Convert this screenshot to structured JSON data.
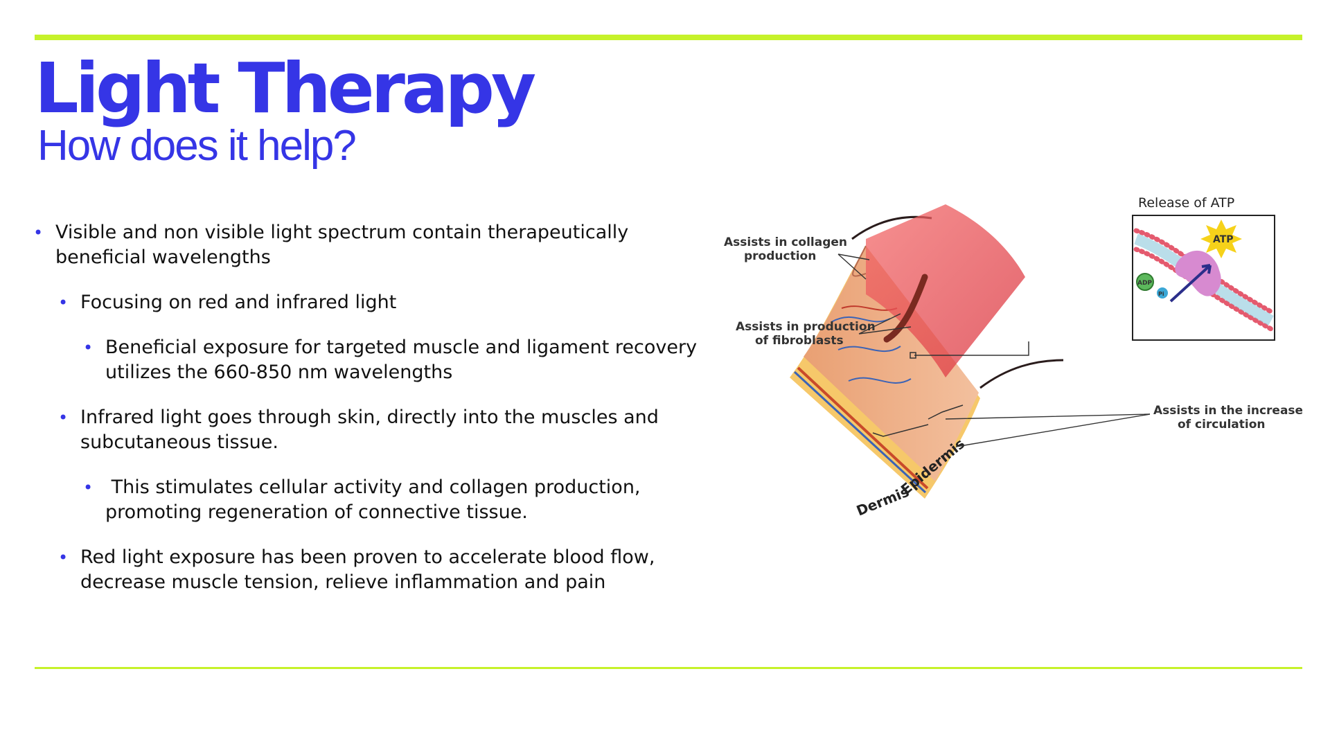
{
  "slide": {
    "title": "Light Therapy",
    "subtitle": "How does it help?",
    "accent_color": "#3535e6",
    "rule_color": "#c6f22a"
  },
  "bullets": [
    {
      "level": 1,
      "text": "Visible and non visible light spectrum contain therapeutically beneficial wavelengths"
    },
    {
      "level": 2,
      "text": "Focusing on red and infrared light"
    },
    {
      "level": 3,
      "text": "Beneficial exposure for targeted muscle and ligament recovery utilizes the 660-850 nm wavelengths"
    },
    {
      "level": 2,
      "text": "Infrared light goes through skin, directly into the muscles and subcutaneous tissue."
    },
    {
      "level": 3,
      "text": " This stimulates cellular activity and collagen production, promoting regeneration of connective tissue."
    },
    {
      "level": 2,
      "text": "Red light exposure has been proven to accelerate blood flow, decrease muscle tension, relieve inflammation and pain"
    }
  ],
  "diagram": {
    "callouts": {
      "collagen": [
        "Assists in collagen",
        "production"
      ],
      "fibroblasts": [
        "Assists in production",
        "of fibroblasts"
      ],
      "circulation": [
        "Assists in the increase",
        "of circulation"
      ]
    },
    "layers": {
      "dermis": "Dermis",
      "epidermis": "Epidermis"
    },
    "inset": {
      "title": "Release of ATP",
      "atp": "ATP",
      "adp": "ADP",
      "pi": "Pi"
    }
  }
}
